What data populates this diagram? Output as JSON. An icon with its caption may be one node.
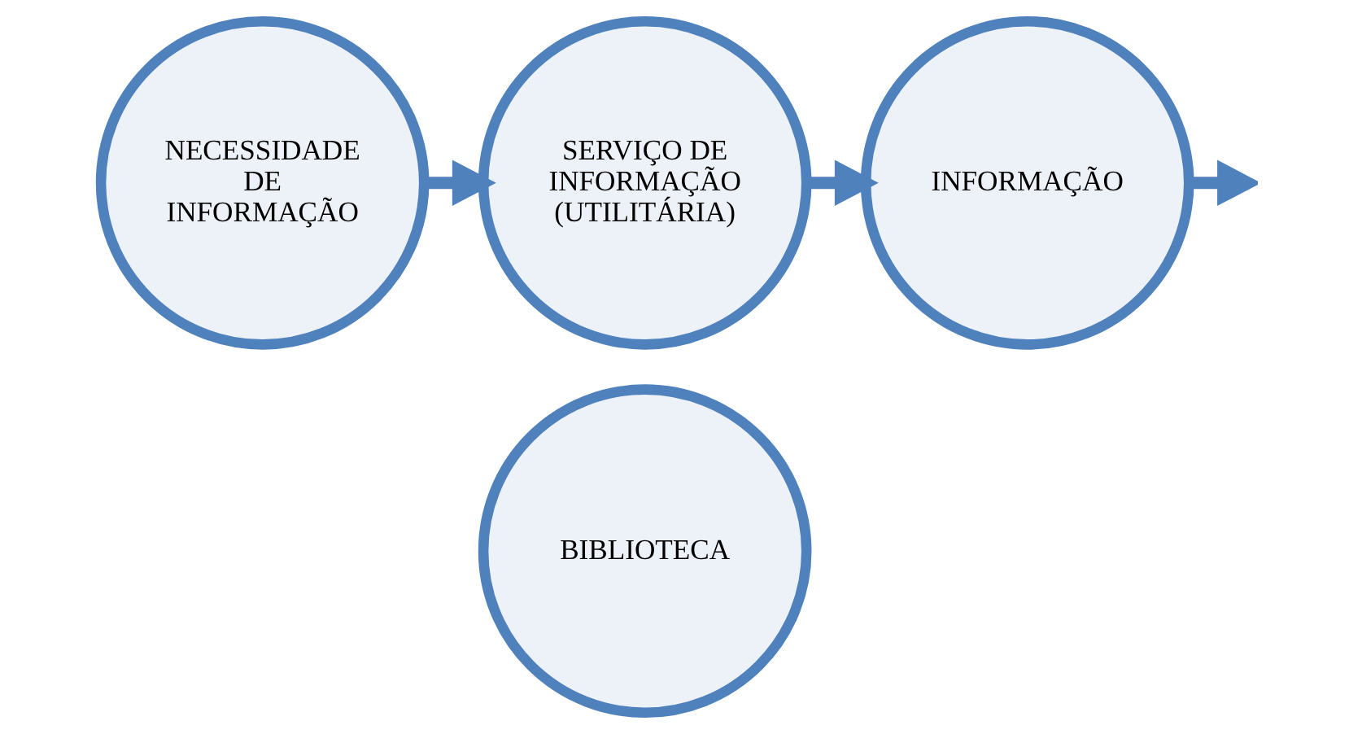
{
  "diagram": {
    "nodes": [
      {
        "text": [
          "NECESSIDADE DE INFORMAÇÃO"
        ]
      },
      {
        "text": [
          "SERVIÇO DE INFORMAÇÃO (UTILITÁRIA)"
        ]
      },
      {
        "text": [
          "INFORMAÇÃO"
        ]
      },
      {
        "text": [
          "BIBLIOTECA"
        ]
      }
    ],
    "edges": [
      {
        "from": 0,
        "to": 1,
        "arrow": "to"
      },
      {
        "from": 1,
        "to": 2,
        "arrow": "to"
      },
      {
        "from": 2,
        "to": null,
        "arrow": "to"
      }
    ]
  }
}
